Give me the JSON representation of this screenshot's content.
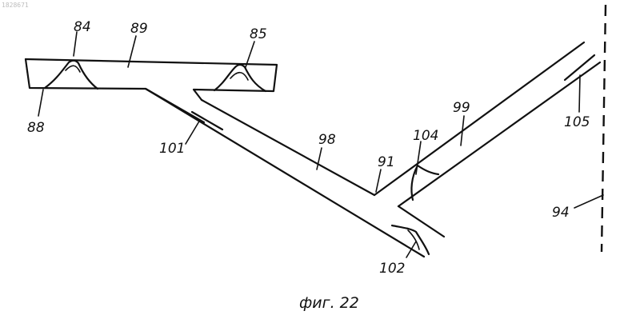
{
  "corner_number": "1828671",
  "labels": {
    "l84": "84",
    "l89": "89",
    "l85": "85",
    "l88": "88",
    "l101": "101",
    "l98": "98",
    "l91": "91",
    "l104": "104",
    "l99": "99",
    "l105": "105",
    "l94": "94",
    "l102": "102"
  },
  "caption": "фиг. 22"
}
